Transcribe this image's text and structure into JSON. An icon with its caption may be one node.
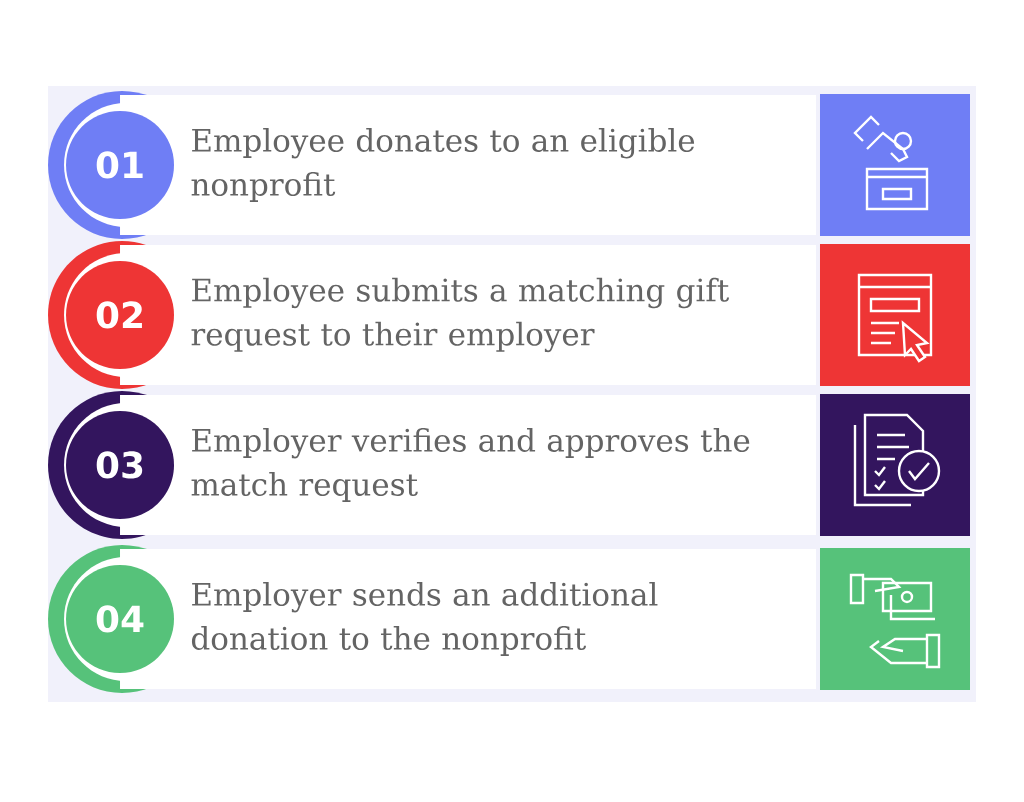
{
  "diagram": {
    "nodes": [
      {
        "text": [
          "01"
        ]
      },
      {
        "text": [
          "Employee donates to an eligible nonprofit"
        ]
      },
      {
        "text": [
          "02"
        ]
      },
      {
        "text": [
          "Employee submits a matching gift request to their employer"
        ]
      },
      {
        "text": [
          "03"
        ]
      },
      {
        "text": [
          "Employer verifies and approves the match request"
        ]
      },
      {
        "text": [
          "04"
        ]
      },
      {
        "text": [
          "Employer sends an additional donation to the nonprofit"
        ]
      }
    ]
  }
}
